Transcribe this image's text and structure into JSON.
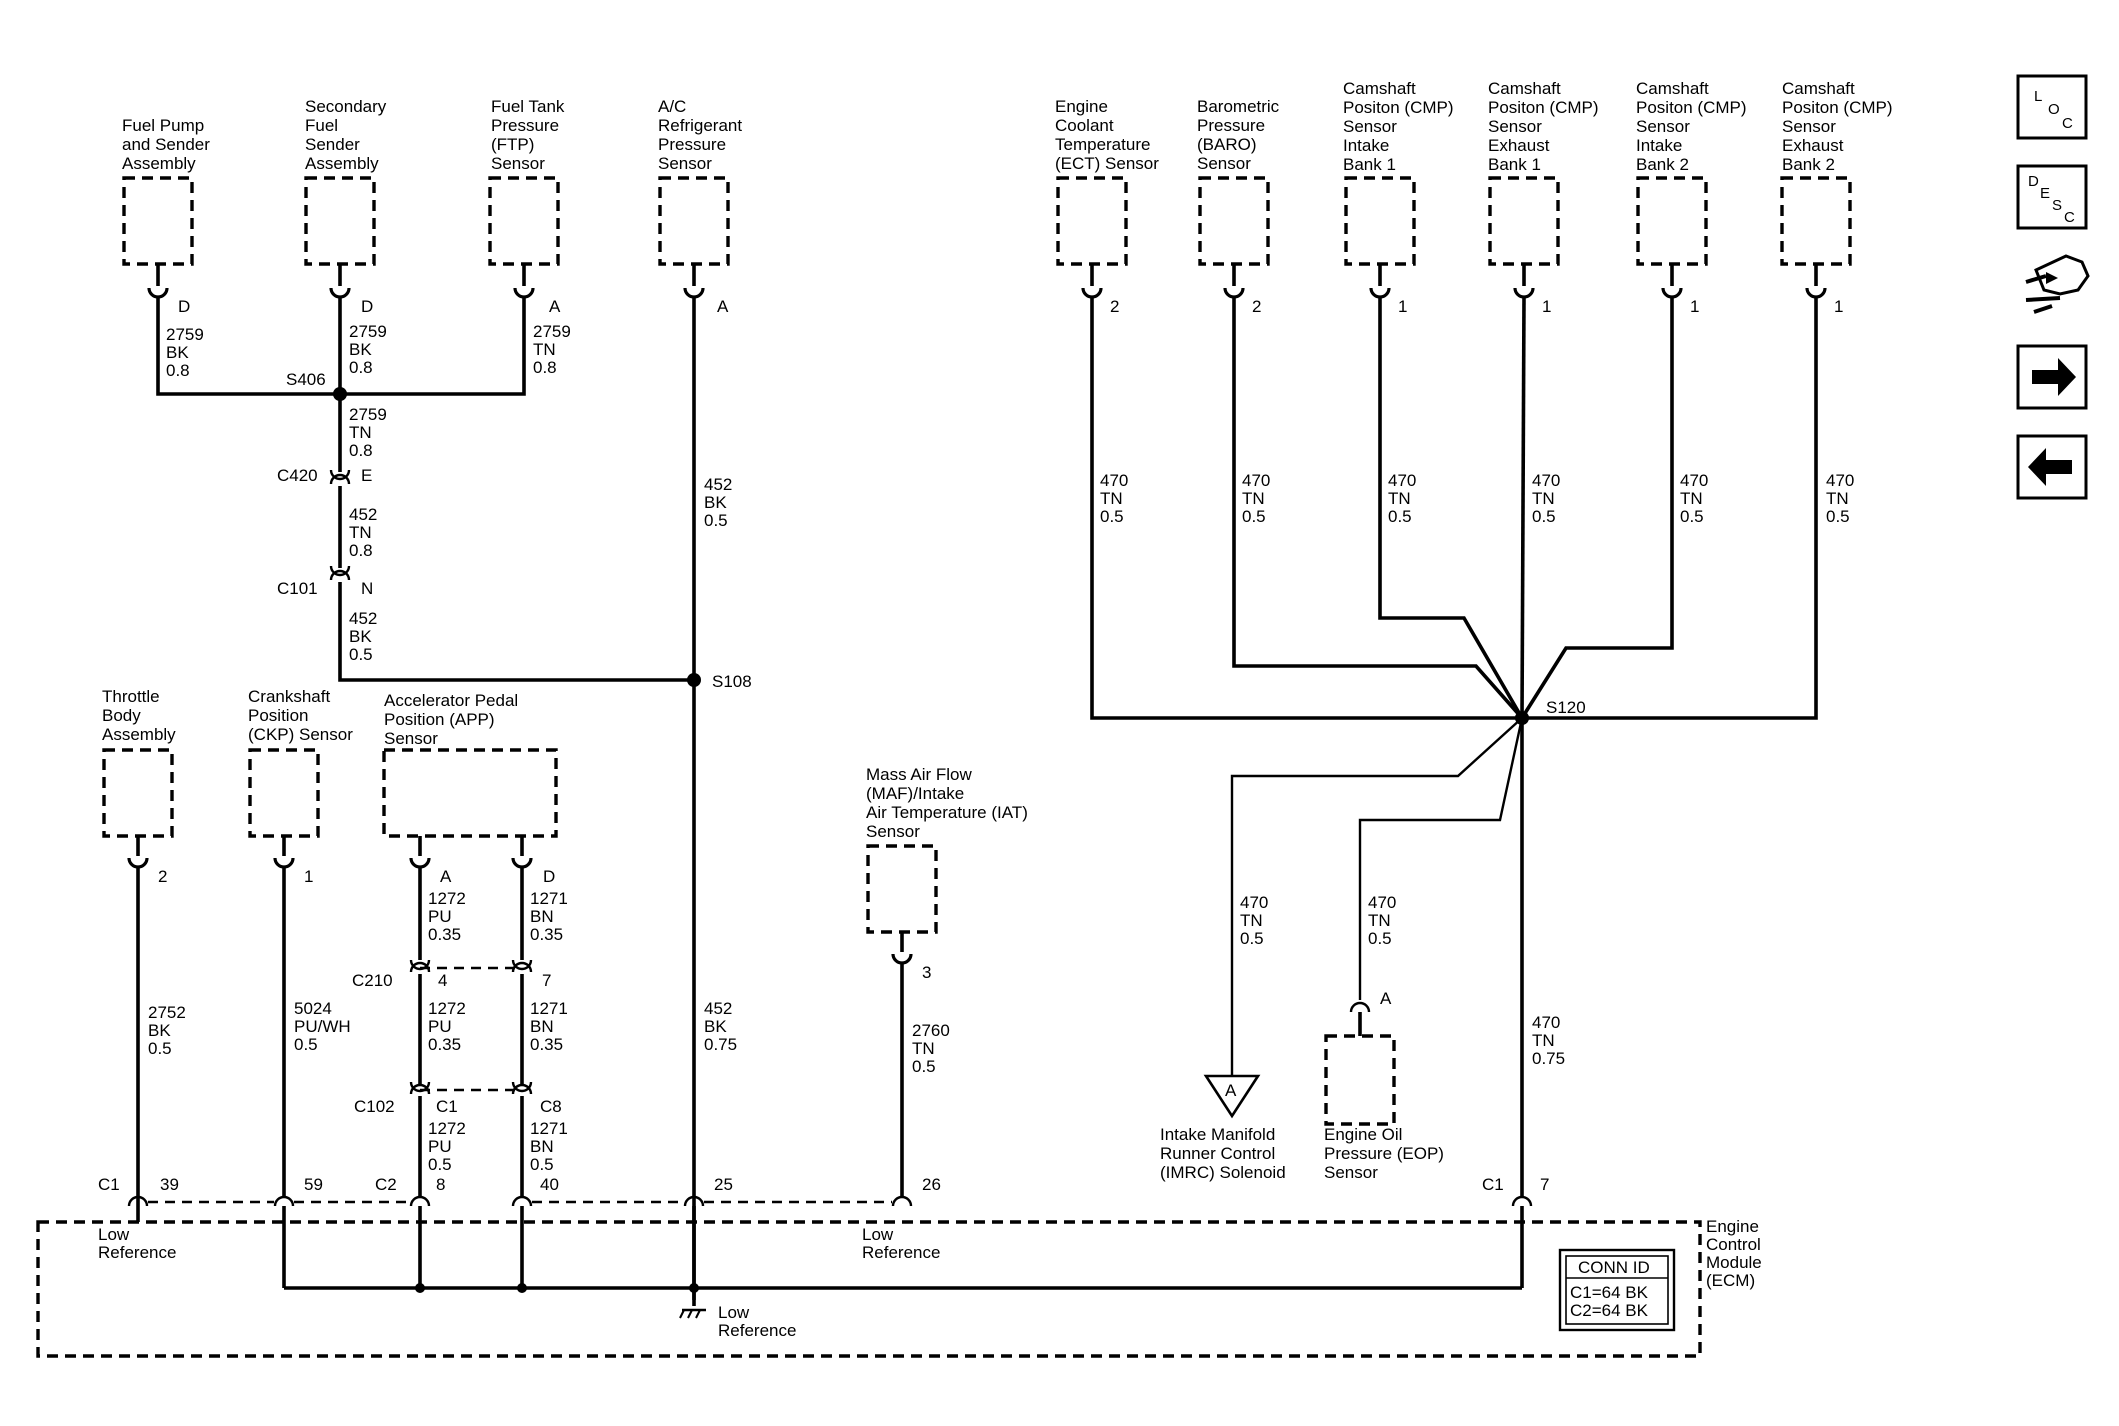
{
  "components": {
    "fuel_pump": [
      "Fuel Pump",
      "and Sender",
      "Assembly"
    ],
    "secondary_fuel": [
      "Secondary",
      "Fuel",
      "Sender",
      "Assembly"
    ],
    "ftp": [
      "Fuel Tank",
      "Pressure",
      "(FTP)",
      "Sensor"
    ],
    "ac": [
      "A/C",
      "Refrigerant",
      "Pressure",
      "Sensor"
    ],
    "ect": [
      "Engine",
      "Coolant",
      "Temperature",
      "(ECT) Sensor"
    ],
    "baro": [
      "Barometric",
      "Pressure",
      "(BARO)",
      "Sensor"
    ],
    "cmp1": [
      "Camshaft",
      "Positon (CMP)",
      "Sensor",
      "Intake",
      "Bank 1"
    ],
    "cmp2": [
      "Camshaft",
      "Positon (CMP)",
      "Sensor",
      "Exhaust",
      "Bank 1"
    ],
    "cmp3": [
      "Camshaft",
      "Positon (CMP)",
      "Sensor",
      "Intake",
      "Bank 2"
    ],
    "cmp4": [
      "Camshaft",
      "Positon (CMP)",
      "Sensor",
      "Exhaust",
      "Bank 2"
    ],
    "throttle": [
      "Throttle",
      "Body",
      "Assembly"
    ],
    "ckp": [
      "Crankshaft",
      "Position",
      "(CKP) Sensor"
    ],
    "app": [
      "Accelerator Pedal",
      "Position (APP)",
      "Sensor"
    ],
    "maf": [
      "Mass Air Flow",
      "(MAF)/Intake",
      "Air Temperature (IAT)",
      "Sensor"
    ],
    "imrc": [
      "Intake Manifold",
      "Runner Control",
      "(IMRC) Solenoid"
    ],
    "eop": [
      "Engine Oil",
      "Pressure (EOP)",
      "Sensor"
    ],
    "ecm": [
      "Engine",
      "Control",
      "Module",
      "(ECM)"
    ]
  },
  "pins": {
    "fuel_pump": "D",
    "secondary_fuel": "D",
    "ftp": "A",
    "ac": "A",
    "ect": "2",
    "baro": "2",
    "cmp1": "1",
    "cmp2": "1",
    "cmp3": "1",
    "cmp4": "1",
    "throttle": "2",
    "ckp": "1",
    "app_a": "A",
    "app_d": "D",
    "maf": "3",
    "c420": "E",
    "c101": "N",
    "c210_a": "4",
    "c210_b": "7",
    "c102_a": "C1",
    "c102_b": "C8",
    "eop": "A",
    "imrc": "A",
    "ecm_39": "39",
    "ecm_59": "59",
    "ecm_8": "8",
    "ecm_40": "40",
    "ecm_25": "25",
    "ecm_26": "26",
    "ecm_7": "7"
  },
  "wires": {
    "w2759_bk_a": [
      "2759",
      "BK",
      "0.8"
    ],
    "w2759_bk_b": [
      "2759",
      "BK",
      "0.8"
    ],
    "w2759_tn_a": [
      "2759",
      "TN",
      "0.8"
    ],
    "w2759_tn_b": [
      "2759",
      "TN",
      "0.8"
    ],
    "w452_tn": [
      "452",
      "TN",
      "0.8"
    ],
    "w452_bk_a": [
      "452",
      "BK",
      "0.5"
    ],
    "w452_bk_b": [
      "452",
      "BK",
      "0.5"
    ],
    "w452_bk_c": [
      "452",
      "BK",
      "0.75"
    ],
    "w470_1": [
      "470",
      "TN",
      "0.5"
    ],
    "w470_2": [
      "470",
      "TN",
      "0.5"
    ],
    "w470_3": [
      "470",
      "TN",
      "0.5"
    ],
    "w470_4": [
      "470",
      "TN",
      "0.5"
    ],
    "w470_5": [
      "470",
      "TN",
      "0.5"
    ],
    "w470_6": [
      "470",
      "TN",
      "0.5"
    ],
    "w470_imrc": [
      "470",
      "TN",
      "0.5"
    ],
    "w470_eop": [
      "470",
      "TN",
      "0.5"
    ],
    "w470_ecm": [
      "470",
      "TN",
      "0.75"
    ],
    "w2752": [
      "2752",
      "BK",
      "0.5"
    ],
    "w5024": [
      "5024",
      "PU/WH",
      "0.5"
    ],
    "w1272_a": [
      "1272",
      "PU",
      "0.35"
    ],
    "w1272_b": [
      "1272",
      "PU",
      "0.35"
    ],
    "w1272_c": [
      "1272",
      "PU",
      "0.5"
    ],
    "w1271_a": [
      "1271",
      "BN",
      "0.35"
    ],
    "w1271_b": [
      "1271",
      "BN",
      "0.35"
    ],
    "w1271_c": [
      "1271",
      "BN",
      "0.5"
    ],
    "w2760": [
      "2760",
      "TN",
      "0.5"
    ]
  },
  "splices": {
    "s406": "S406",
    "s108": "S108",
    "s120": "S120"
  },
  "connectors": {
    "c420": "C420",
    "c101": "C101",
    "c210": "C210",
    "c102": "C102",
    "c1_left": "C1",
    "c2": "C2",
    "c1_right": "C1"
  },
  "ecm_labels": {
    "low_ref_1": [
      "Low",
      "Reference"
    ],
    "low_ref_2": [
      "Low",
      "Reference"
    ],
    "low_ref_3": [
      "Low",
      "Reference"
    ]
  },
  "conn_id": {
    "title": "CONN ID",
    "c1": "C1=64 BK",
    "c2": "C2=64 BK"
  },
  "nav": {
    "loc": [
      "L",
      "O",
      "C"
    ],
    "desc": [
      "D",
      "E",
      "S",
      "C"
    ]
  }
}
